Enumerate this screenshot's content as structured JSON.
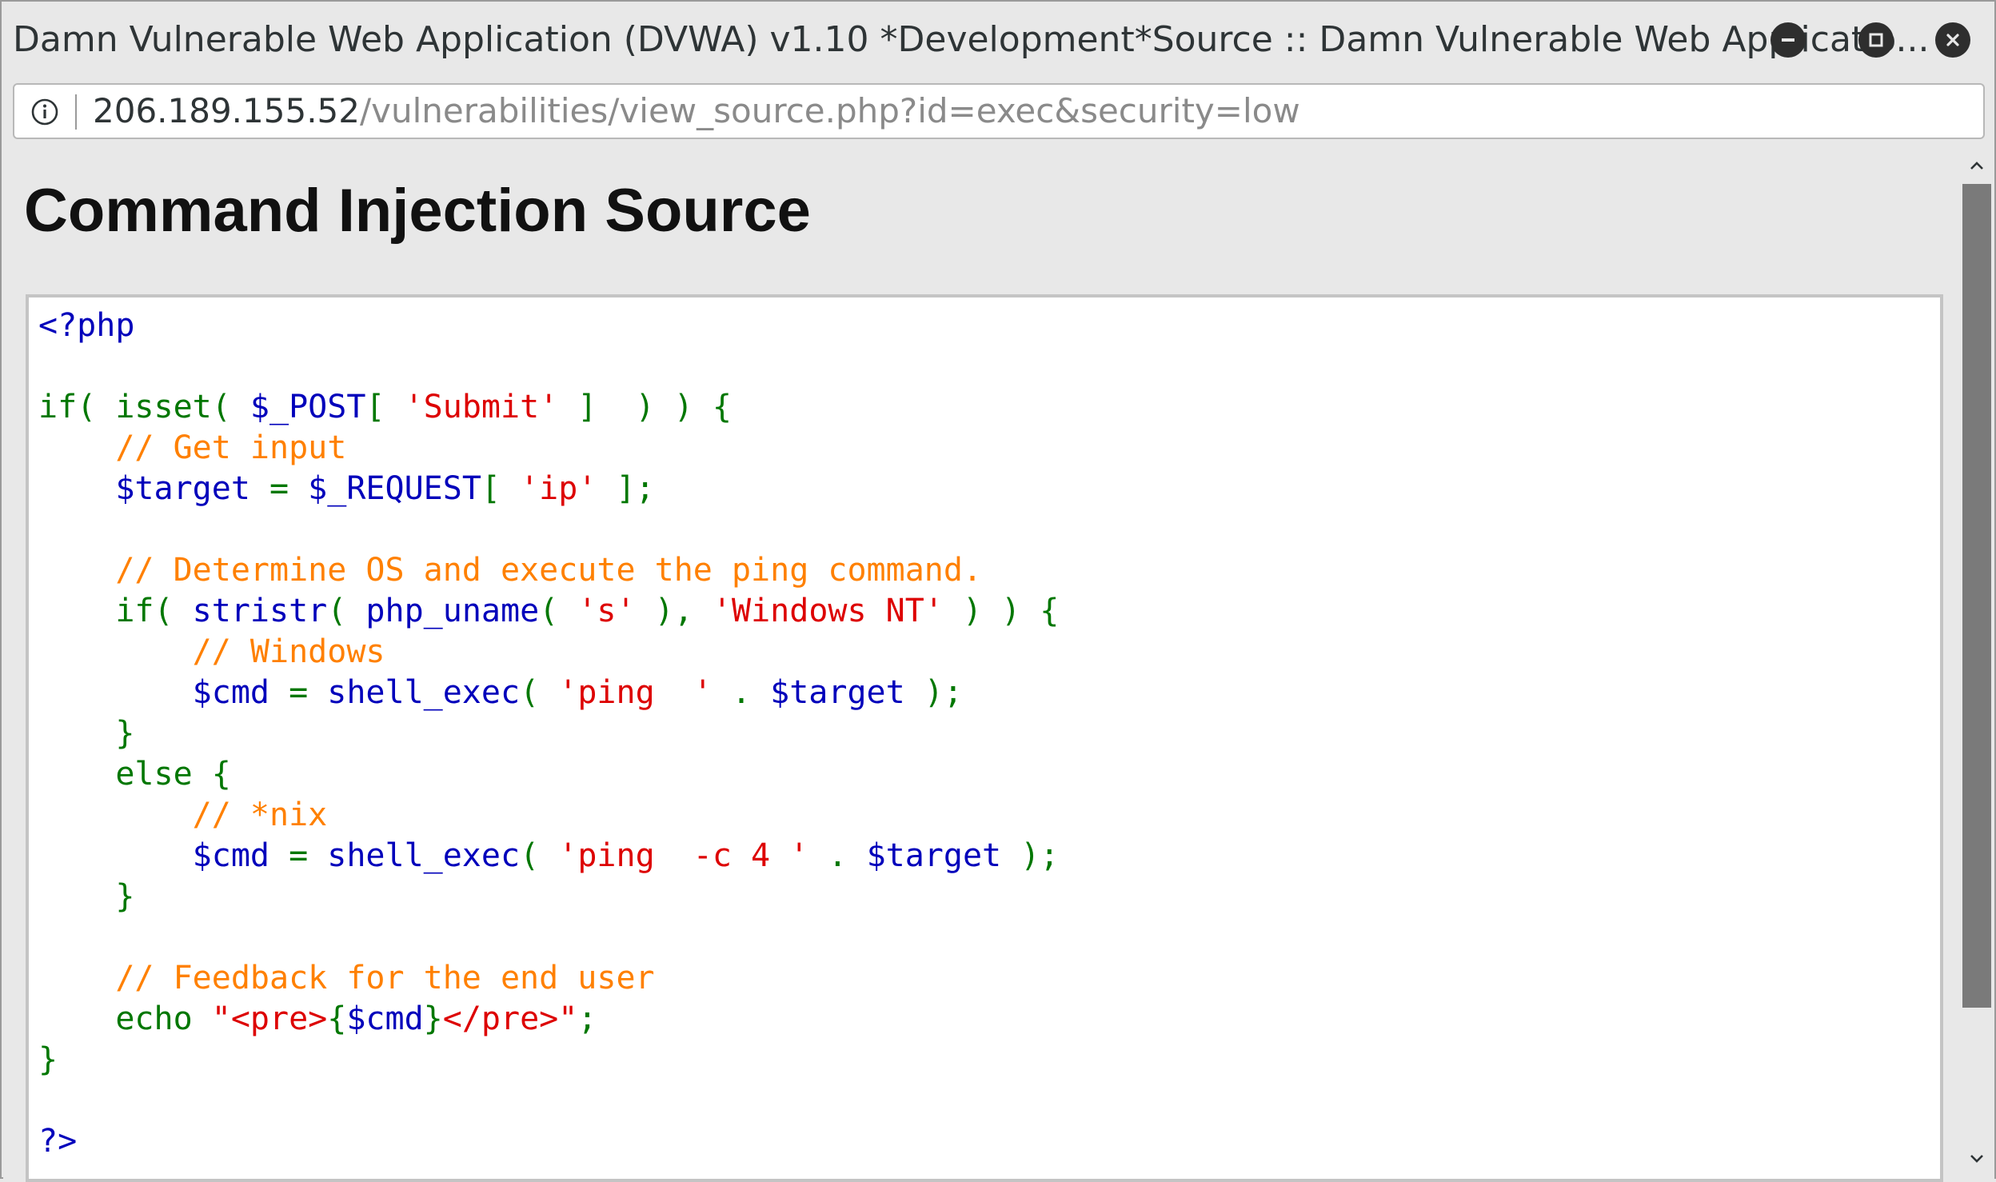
{
  "window": {
    "title": "Damn Vulnerable Web Application (DVWA) v1.10 *Development*Source :: Damn Vulnerable Web Applicatio..."
  },
  "controls": {
    "minimize_icon": "minimize-icon",
    "maximize_icon": "maximize-icon",
    "close_icon": "close-icon"
  },
  "address_bar": {
    "host": "206.189.155.52",
    "path": "/vulnerabilities/view_source.php?id=exec&security=low",
    "icon": "info-icon"
  },
  "page": {
    "title": "Command Injection Source"
  },
  "code": {
    "colors": {
      "keyword": "#007700",
      "variable": "#0000bb",
      "string": "#dd0000",
      "comment": "#ff8000"
    },
    "lines": [
      [
        {
          "t": "<?php",
          "c": "var"
        }
      ],
      [],
      [
        {
          "t": "if( isset( ",
          "c": "kw"
        },
        {
          "t": "$_POST",
          "c": "var"
        },
        {
          "t": "[ ",
          "c": "kw"
        },
        {
          "t": "'Submit'",
          "c": "str"
        },
        {
          "t": " ]  ) ) {",
          "c": "kw"
        }
      ],
      [
        {
          "t": "    ",
          "c": "kw"
        },
        {
          "t": "// Get input",
          "c": "cmt"
        }
      ],
      [
        {
          "t": "    ",
          "c": "kw"
        },
        {
          "t": "$target",
          "c": "var"
        },
        {
          "t": " = ",
          "c": "kw"
        },
        {
          "t": "$_REQUEST",
          "c": "var"
        },
        {
          "t": "[ ",
          "c": "kw"
        },
        {
          "t": "'ip'",
          "c": "str"
        },
        {
          "t": " ];",
          "c": "kw"
        }
      ],
      [],
      [
        {
          "t": "    ",
          "c": "kw"
        },
        {
          "t": "// Determine OS and execute the ping command.",
          "c": "cmt"
        }
      ],
      [
        {
          "t": "    if( ",
          "c": "kw"
        },
        {
          "t": "stristr",
          "c": "var"
        },
        {
          "t": "( ",
          "c": "kw"
        },
        {
          "t": "php_uname",
          "c": "var"
        },
        {
          "t": "( ",
          "c": "kw"
        },
        {
          "t": "'s'",
          "c": "str"
        },
        {
          "t": " ), ",
          "c": "kw"
        },
        {
          "t": "'Windows NT'",
          "c": "str"
        },
        {
          "t": " ) ) {",
          "c": "kw"
        }
      ],
      [
        {
          "t": "        ",
          "c": "kw"
        },
        {
          "t": "// Windows",
          "c": "cmt"
        }
      ],
      [
        {
          "t": "        ",
          "c": "kw"
        },
        {
          "t": "$cmd",
          "c": "var"
        },
        {
          "t": " = ",
          "c": "kw"
        },
        {
          "t": "shell_exec",
          "c": "var"
        },
        {
          "t": "( ",
          "c": "kw"
        },
        {
          "t": "'ping  '",
          "c": "str"
        },
        {
          "t": " . ",
          "c": "kw"
        },
        {
          "t": "$target",
          "c": "var"
        },
        {
          "t": " );",
          "c": "kw"
        }
      ],
      [
        {
          "t": "    }",
          "c": "kw"
        }
      ],
      [
        {
          "t": "    else {",
          "c": "kw"
        }
      ],
      [
        {
          "t": "        ",
          "c": "kw"
        },
        {
          "t": "// *nix",
          "c": "cmt"
        }
      ],
      [
        {
          "t": "        ",
          "c": "kw"
        },
        {
          "t": "$cmd",
          "c": "var"
        },
        {
          "t": " = ",
          "c": "kw"
        },
        {
          "t": "shell_exec",
          "c": "var"
        },
        {
          "t": "( ",
          "c": "kw"
        },
        {
          "t": "'ping  -c 4 '",
          "c": "str"
        },
        {
          "t": " . ",
          "c": "kw"
        },
        {
          "t": "$target",
          "c": "var"
        },
        {
          "t": " );",
          "c": "kw"
        }
      ],
      [
        {
          "t": "    }",
          "c": "kw"
        }
      ],
      [],
      [
        {
          "t": "    ",
          "c": "kw"
        },
        {
          "t": "// Feedback for the end user",
          "c": "cmt"
        }
      ],
      [
        {
          "t": "    echo ",
          "c": "kw"
        },
        {
          "t": "\"<pre>",
          "c": "str"
        },
        {
          "t": "{",
          "c": "kw"
        },
        {
          "t": "$cmd",
          "c": "var"
        },
        {
          "t": "}",
          "c": "kw"
        },
        {
          "t": "</pre>\"",
          "c": "str"
        },
        {
          "t": ";",
          "c": "kw"
        }
      ],
      [
        {
          "t": "}",
          "c": "kw"
        }
      ],
      [],
      [
        {
          "t": "?>",
          "c": "var"
        }
      ]
    ]
  },
  "scrollbar": {
    "up_icon": "chevron-up-icon",
    "down_icon": "chevron-down-icon"
  }
}
